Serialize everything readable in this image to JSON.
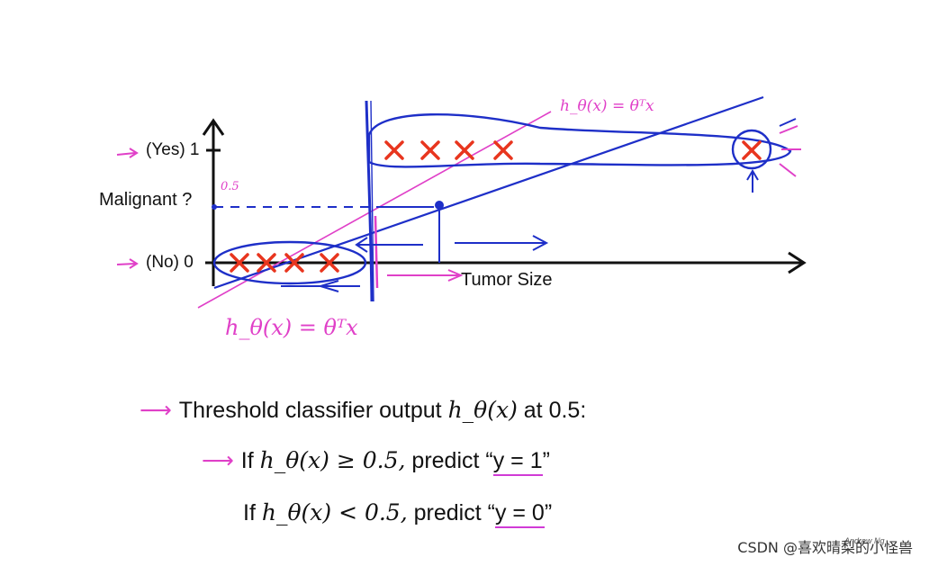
{
  "chart_data": {
    "type": "scatter",
    "title": "",
    "xlabel": "Tumor Size",
    "ylabel": "Malignant ?",
    "y_ticks": [
      "(Yes) 1",
      "(No) 0"
    ],
    "threshold_tick": "0.5",
    "series": [
      {
        "name": "",
        "marker": "x",
        "color": "#e8351e",
        "points": [
          [
            1,
            0
          ],
          [
            2,
            0
          ],
          [
            3,
            0
          ],
          [
            4,
            0
          ],
          [
            8,
            1
          ],
          [
            9,
            1
          ],
          [
            10,
            1
          ],
          [
            11,
            1
          ],
          [
            25,
            1
          ]
        ]
      }
    ],
    "hypothesis_label": "h_θ(x) = θᵀx",
    "hypothesis_label_top": "h_θ(x) = θᵀx"
  },
  "bullets": {
    "line1_text": "Threshold classifier output",
    "line1_math": "h_θ(x)",
    "line1_tail": "at 0.5:",
    "line2_if": "If",
    "line2_math": "h_θ(x) ≥ 0.5,",
    "line2_predict": "predict “",
    "line2_y": "y = 1",
    "line2_close": "”",
    "line3_if": "If",
    "line3_math": "h_θ(x) < 0.5,",
    "line3_predict": "predict “",
    "line3_y": "y = 0",
    "line3_close": "”"
  },
  "signature": "Andrew Ng",
  "watermark": "CSDN @喜欢晴梨的小怪兽",
  "colors": {
    "axis": "#111111",
    "marker": "#e8351e",
    "blue_ink": "#1e2fc8",
    "pink_ink": "#e040c8"
  }
}
